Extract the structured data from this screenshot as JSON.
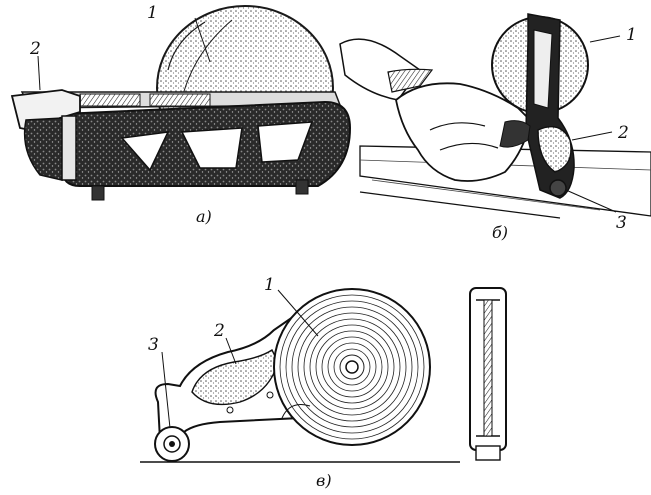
{
  "panel_a": {
    "caption": "а)",
    "labels": {
      "wheel": "1",
      "handle": "2"
    }
  },
  "panel_b": {
    "caption": "б)",
    "labels": {
      "wheel": "1",
      "body": "2",
      "roller": "3"
    }
  },
  "panel_c": {
    "caption": "в)",
    "labels": {
      "reel": "1",
      "grip": "2",
      "roller": "3"
    }
  },
  "colors": {
    "ink": "#1a1a1a",
    "paper": "#ffffff",
    "shade": "#3a3a3a"
  }
}
